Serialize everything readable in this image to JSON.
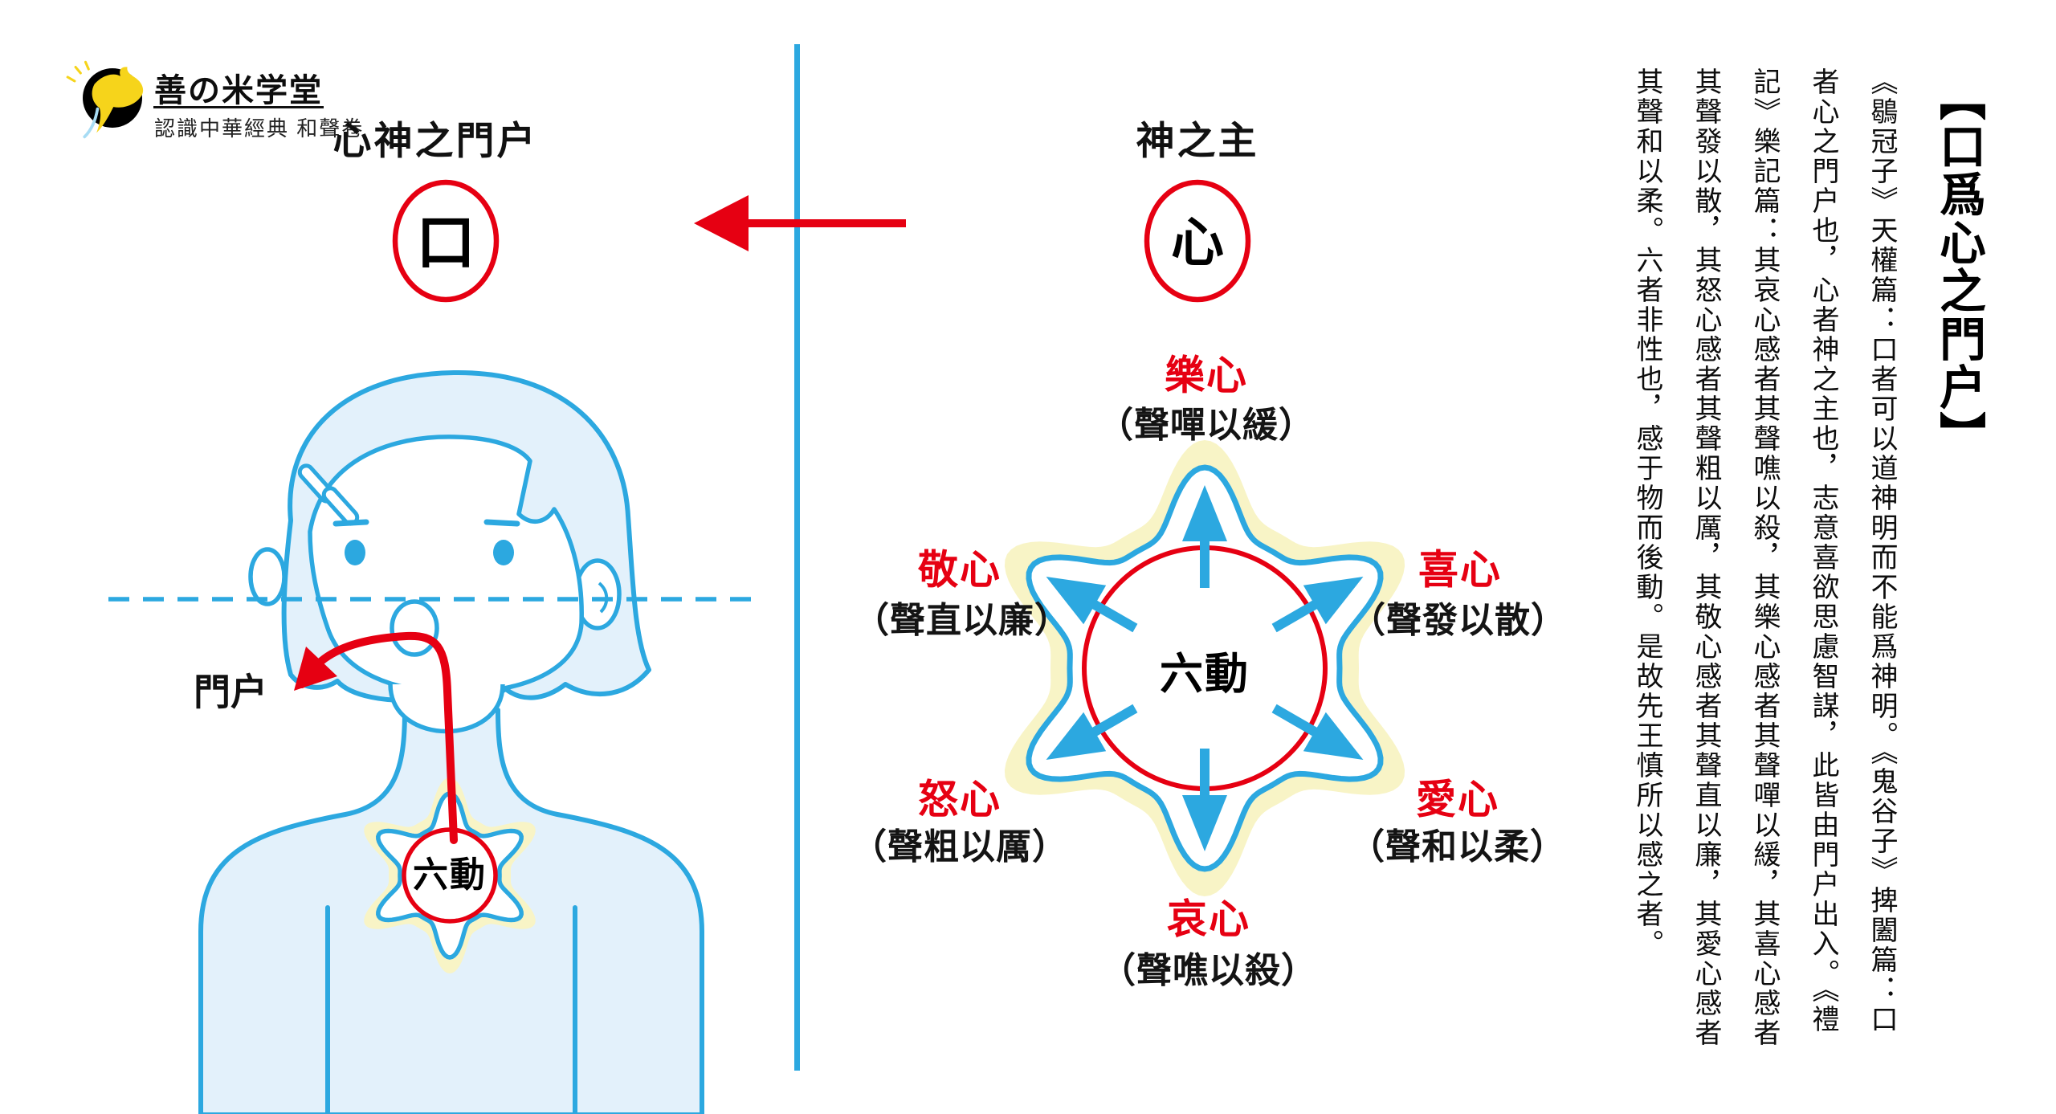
{
  "poster": {
    "logo": {
      "brand": "善の米学堂",
      "subtitle": "認識中華經典 和聲卷"
    },
    "left_panel": {
      "caption": "心神之門户",
      "circle_glyph": "口",
      "gate_label": "門户",
      "chest_star_glyph": "六動"
    },
    "center_panel": {
      "caption": "神之主",
      "circle_glyph": "心",
      "star_core_glyph": "六動",
      "emotions": [
        {
          "name": "樂心",
          "voice": "（聲嘽以緩）",
          "position": "top"
        },
        {
          "name": "敬心",
          "voice": "（聲直以廉）",
          "position": "upper-left"
        },
        {
          "name": "喜心",
          "voice": "（聲發以散）",
          "position": "upper-right"
        },
        {
          "name": "怒心",
          "voice": "（聲粗以厲）",
          "position": "lower-left"
        },
        {
          "name": "愛心",
          "voice": "（聲和以柔）",
          "position": "lower-right"
        },
        {
          "name": "哀心",
          "voice": "（聲噍以殺）",
          "position": "bottom"
        }
      ]
    },
    "right_panel": {
      "title": "【口爲心之門户】",
      "columns": [
        "《鶡冠子》天權篇：口者可以道神明而不能爲神明。《鬼谷子》捭闔篇：口",
        "者心之門户也，心者神之主也，志意喜欲思慮智謀，此皆由門户出入。《禮",
        "記》樂記篇：其哀心感者其聲噍以殺，其樂心感者其聲嘽以緩，其喜心感者",
        "其聲發以散，其怒心感者其聲粗以厲，其敬心感者其聲直以廉，其愛心感者",
        "其聲和以柔。六者非性也，感于物而後動。是故先王慎所以感之者。"
      ]
    }
  },
  "colors": {
    "red": "#E60012",
    "blue": "#2CA8E0",
    "light_blue": "#E3F1FB",
    "pale_yellow": "#F8F4C6",
    "logo_yellow": "#F6D41B",
    "ink": "#111111"
  }
}
